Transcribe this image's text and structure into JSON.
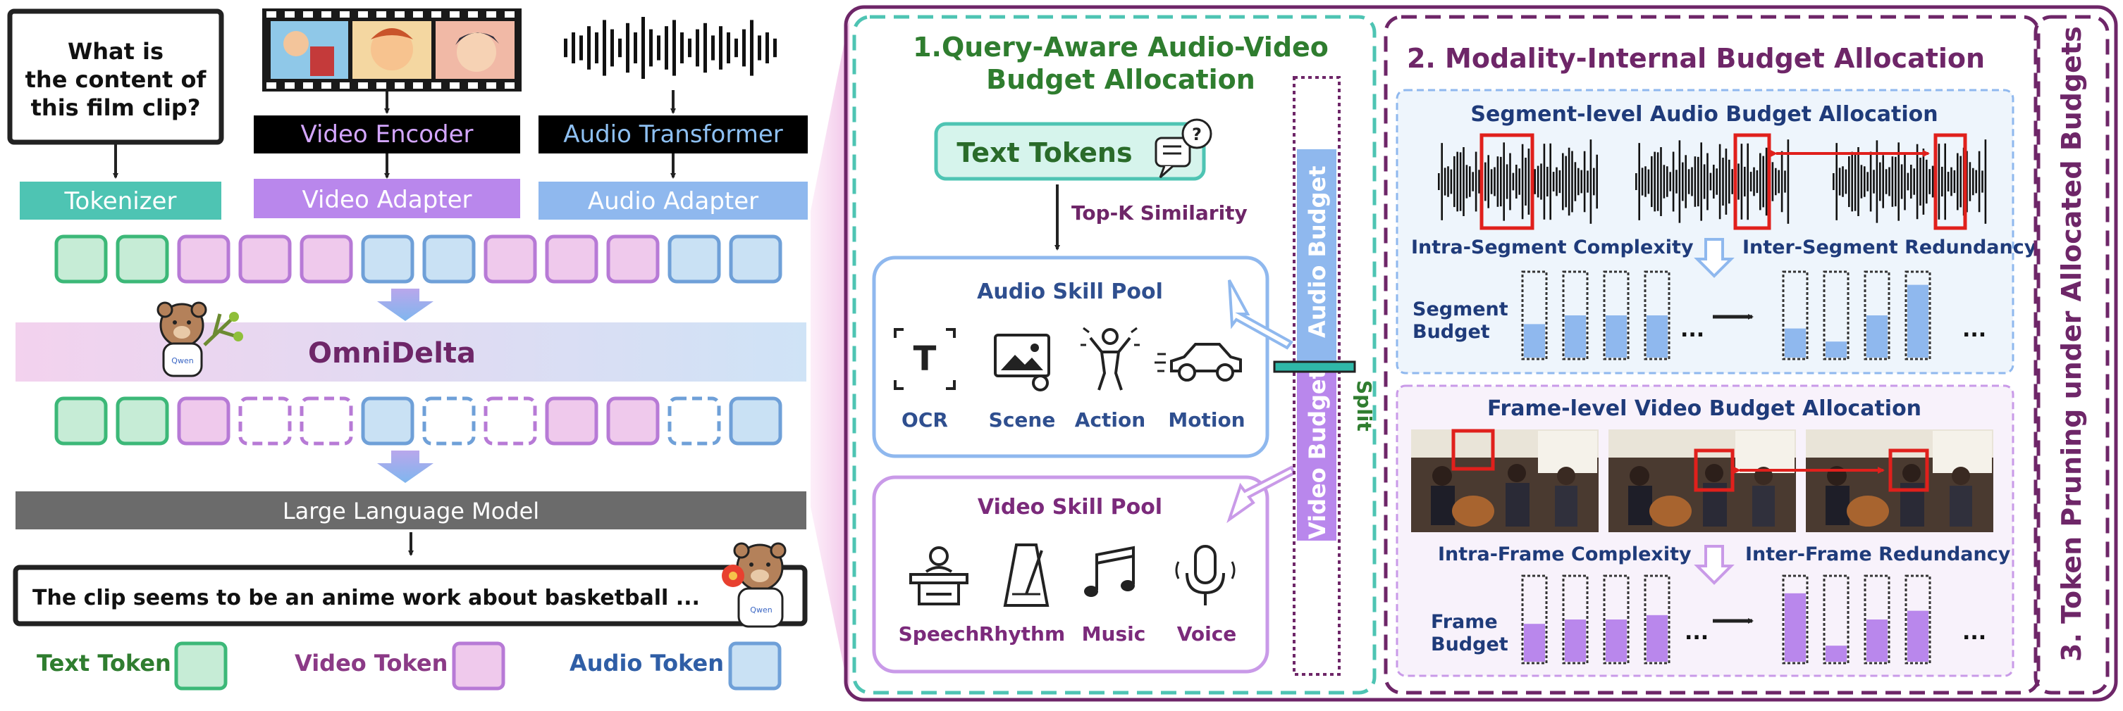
{
  "left": {
    "question": [
      "What is",
      "the content of",
      "this film clip?"
    ],
    "video_encoder": "Video Encoder",
    "audio_transformer": "Audio Transformer",
    "tokenizer": "Tokenizer",
    "video_adapter": "Video Adapter",
    "audio_adapter": "Audio Adapter",
    "omnidelta": "OmniDelta",
    "llm": "Large Language Model",
    "answer": "The clip seems to be an anime work about basketball ...",
    "mascot_badge": "Qwen",
    "legend": {
      "text": "Text Token",
      "video": "Video Token",
      "audio": "Audio Token"
    },
    "token_row_top": [
      "text",
      "text",
      "video",
      "video",
      "video",
      "audio",
      "audio",
      "video",
      "video",
      "video",
      "audio",
      "audio"
    ],
    "token_row_pruned": [
      {
        "type": "text",
        "kept": true
      },
      {
        "type": "text",
        "kept": true
      },
      {
        "type": "video",
        "kept": true
      },
      {
        "type": "video",
        "kept": false
      },
      {
        "type": "video",
        "kept": false
      },
      {
        "type": "audio",
        "kept": true
      },
      {
        "type": "audio",
        "kept": false
      },
      {
        "type": "video",
        "kept": false
      },
      {
        "type": "video",
        "kept": true
      },
      {
        "type": "video",
        "kept": true
      },
      {
        "type": "audio",
        "kept": false
      },
      {
        "type": "audio",
        "kept": true
      }
    ]
  },
  "section1": {
    "title": [
      "1.Query-Aware Audio-Video",
      "Budget Allocation"
    ],
    "text_tokens": "Text Tokens",
    "topk": "Top-K Similarity",
    "audio_pool": {
      "title": "Audio Skill Pool",
      "items": [
        "OCR",
        "Scene",
        "Action",
        "Motion"
      ]
    },
    "video_pool": {
      "title": "Video Skill Pool",
      "items": [
        "Speech",
        "Rhythm",
        "Music",
        "Voice"
      ]
    },
    "audio_budget": "Audio Budget",
    "video_budget": "Video Budget",
    "split": "Split"
  },
  "section2": {
    "title": "2. Modality-Internal Budget Allocation",
    "segment_title": "Segment-level Audio Budget Allocation",
    "intra_segment": "Intra-Segment Complexity",
    "inter_segment": "Inter-Segment Redundancy",
    "segment_budget": [
      "Segment",
      "Budget"
    ],
    "frame_title": "Frame-level Video Budget Allocation",
    "intra_frame": "Intra-Frame Complexity",
    "inter_frame": "Inter-Frame Redundancy",
    "frame_budget": [
      "Frame",
      "Budget"
    ],
    "ellipsis": "...",
    "segment_levels_before": [
      0.4,
      0.5,
      0.5,
      0.5
    ],
    "segment_levels_after": [
      0.35,
      0.2,
      0.5,
      0.85
    ],
    "frame_levels_before": [
      0.45,
      0.5,
      0.5,
      0.55
    ],
    "frame_levels_after": [
      0.8,
      0.2,
      0.5,
      0.6
    ]
  },
  "section3": {
    "title": "3. Token Pruning under Allocated Budgets"
  },
  "colors": {
    "text_fill": "#c6ecd6",
    "text_stroke": "#3cb878",
    "video_fill": "#efc9ec",
    "video_stroke": "#b77ad6",
    "audio_fill": "#c9e1f4",
    "audio_stroke": "#6fa0d8",
    "teal": "#4ec4b3",
    "purple": "#6e2668",
    "green": "#2f7d2f"
  }
}
